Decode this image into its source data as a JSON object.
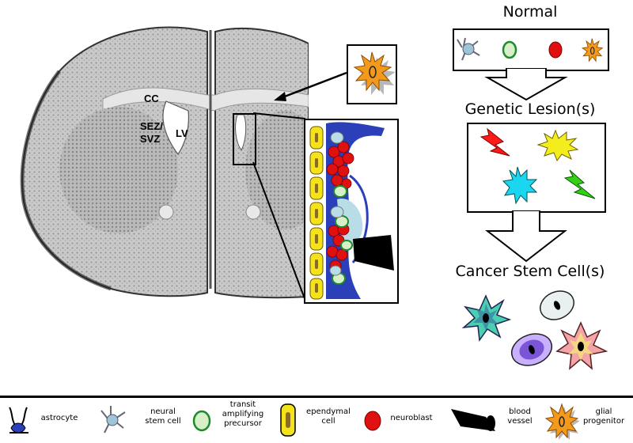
{
  "brain_labels": {
    "cc": "CC",
    "sez": "SEZ/",
    "svz": "SVZ",
    "lv": "LV"
  },
  "flow": {
    "normal": "Normal",
    "lesion": "Genetic Lesion(s)",
    "cancer": "Cancer Stem Cell(s)"
  },
  "legend": [
    {
      "label": "astrocyte",
      "icon": "astrocyte-icon"
    },
    {
      "label": "neural stem cell",
      "icon": "neural-stem-cell-icon"
    },
    {
      "label": "transit amplifying precursor",
      "icon": "transit-amplifying-precursor-icon"
    },
    {
      "label": "ependymal cell",
      "icon": "ependymal-cell-icon"
    },
    {
      "label": "neuroblast",
      "icon": "neuroblast-icon"
    },
    {
      "label": "blood vessel",
      "icon": "blood-vessel-icon"
    },
    {
      "label": "glial progenitor",
      "icon": "glial-progenitor-icon"
    }
  ],
  "colors": {
    "astrocyte": "#2a3fb8",
    "neural_stem": "#9ec4d8",
    "transit": "#1e8a2e",
    "ependymal": "#f4e21a",
    "neuroblast": "#e01010",
    "glial": "#f39a1c",
    "lightning_red": "#ff1a1a",
    "burst_yellow": "#f4ec1c",
    "burst_cyan": "#1ad6f0",
    "lightning_green": "#34d017"
  }
}
